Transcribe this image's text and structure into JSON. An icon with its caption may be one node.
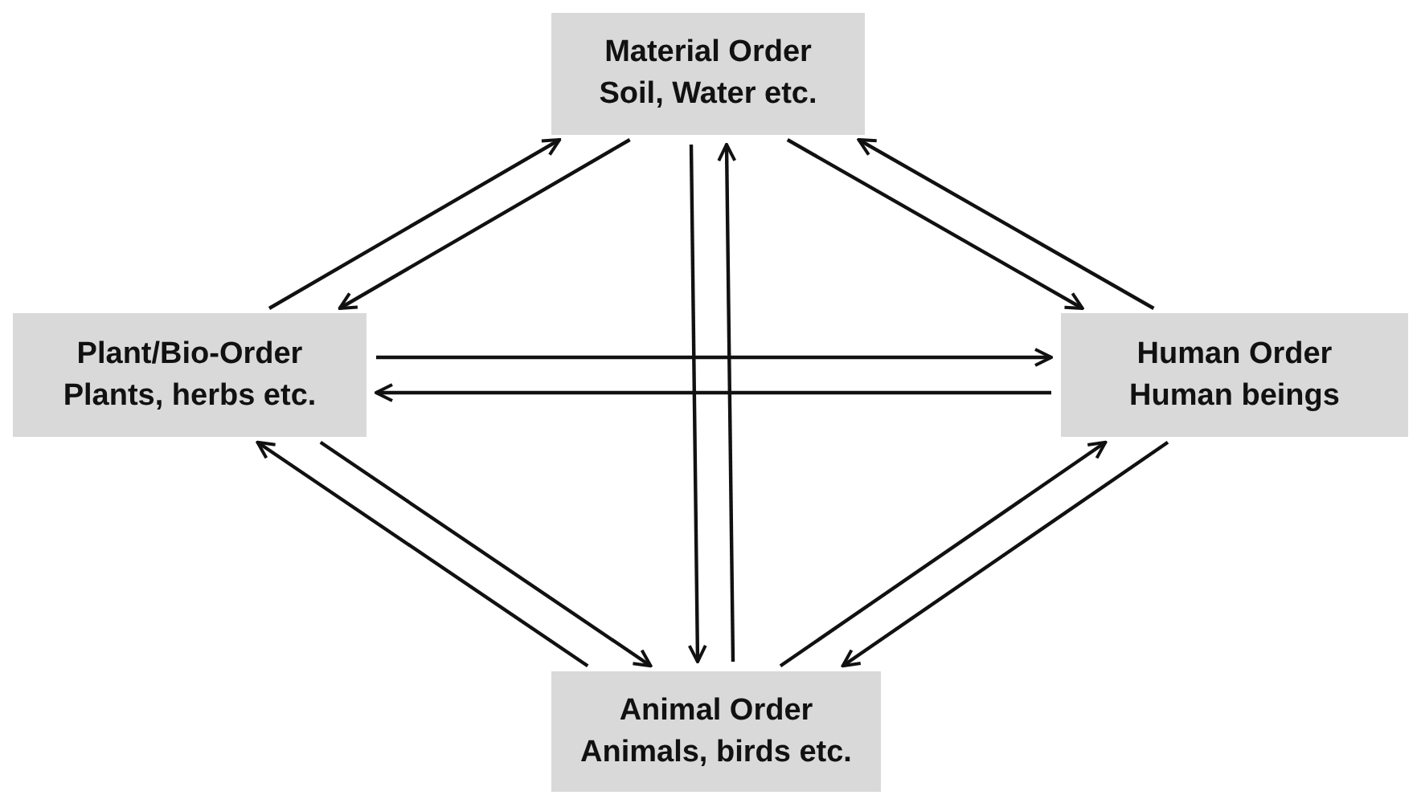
{
  "diagram": {
    "nodes": [
      {
        "text": [
          "Material Order",
          "Soil, Water etc."
        ]
      },
      {
        "text": [
          "Plant/Bio-Order",
          "Plants, herbs etc."
        ]
      },
      {
        "text": [
          "Human Order",
          "Human beings"
        ]
      },
      {
        "text": [
          "Animal Order",
          "Animals, birds etc."
        ]
      }
    ],
    "edges": [
      {
        "from": 1,
        "to": 0,
        "arrow": "to"
      },
      {
        "from": 0,
        "to": 1,
        "arrow": "to"
      },
      {
        "from": 0,
        "to": 2,
        "arrow": "to"
      },
      {
        "from": 2,
        "to": 0,
        "arrow": "to"
      },
      {
        "from": 1,
        "to": 2,
        "arrow": "to"
      },
      {
        "from": 2,
        "to": 1,
        "arrow": "to"
      },
      {
        "from": 0,
        "to": 3,
        "arrow": "to"
      },
      {
        "from": 3,
        "to": 0,
        "arrow": "to"
      },
      {
        "from": 1,
        "to": 3,
        "arrow": "to"
      },
      {
        "from": 3,
        "to": 1,
        "arrow": "to"
      },
      {
        "from": 2,
        "to": 3,
        "arrow": "to"
      },
      {
        "from": 3,
        "to": 2,
        "arrow": "to"
      }
    ]
  }
}
